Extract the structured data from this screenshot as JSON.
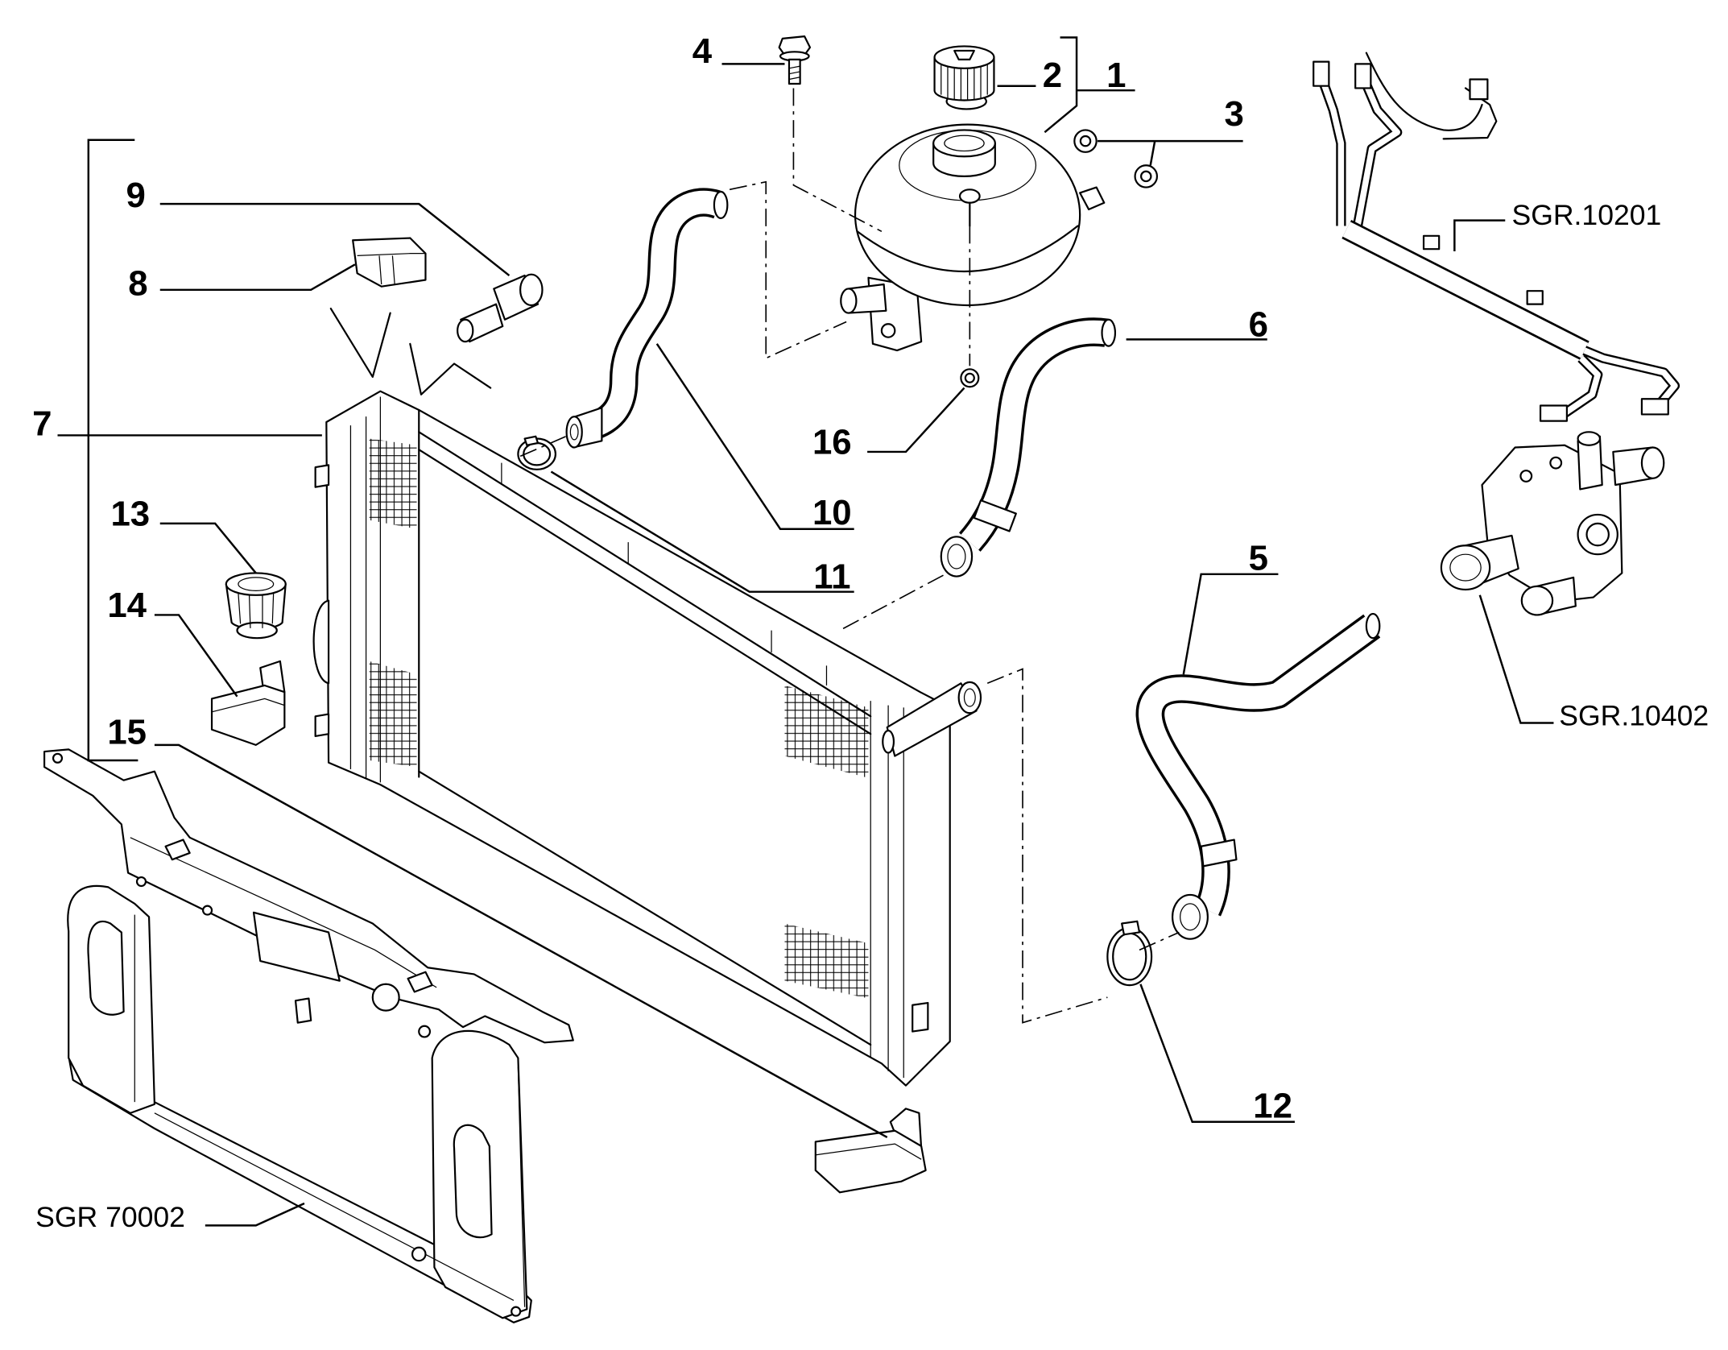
{
  "diagram": {
    "callouts": {
      "n1": "1",
      "n2": "2",
      "n3": "3",
      "n4": "4",
      "n5": "5",
      "n6": "6",
      "n7": "7",
      "n8": "8",
      "n9": "9",
      "n10": "10",
      "n11": "11",
      "n12": "12",
      "n13": "13",
      "n14": "14",
      "n15": "15",
      "n16": "16"
    },
    "references": {
      "sgr_10201": "SGR.10201",
      "sgr_10402": "SGR.10402",
      "sgr_70002": "SGR 70002"
    }
  }
}
